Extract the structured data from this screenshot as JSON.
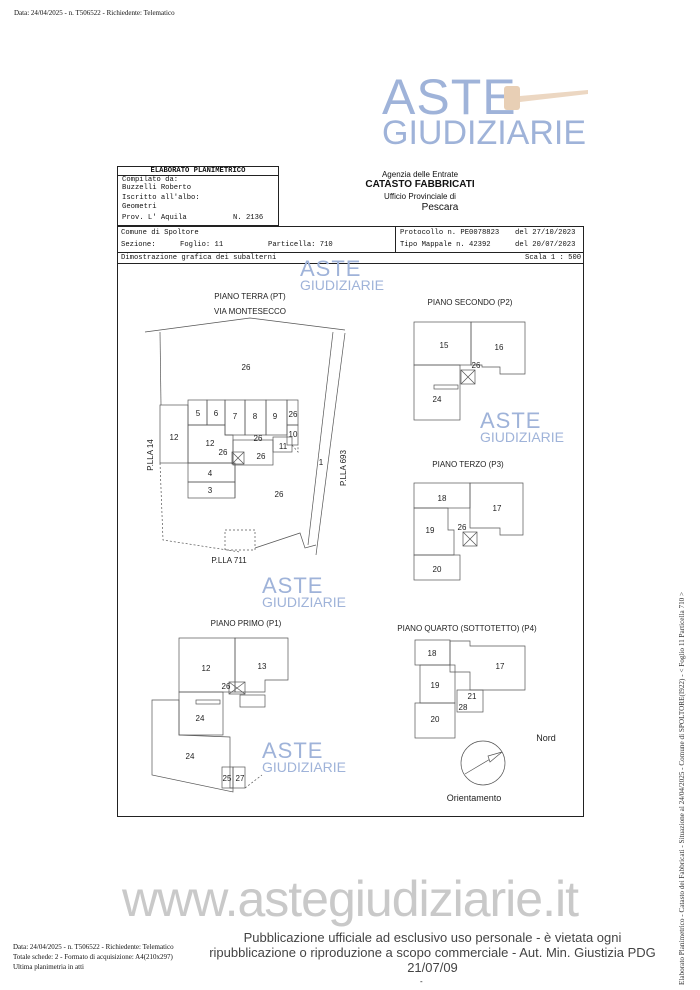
{
  "top_header": "Data: 24/04/2025 - n. T506522 - Richiedente: Telematico",
  "watermark": {
    "line1": "ASTE",
    "line2": "GIUDIZIARIE",
    "color": "#9fb3d9"
  },
  "form": {
    "title": "ELABORATO PLANIMETRICO",
    "compilato_label": "Compilato da:",
    "compilato_value": "Buzzelli Roberto",
    "iscritto_label": "Iscritto all'albo:",
    "iscritto_value": "Geometri",
    "prov": "Prov. L' Aquila",
    "numero": "N. 2136",
    "comune": "Comune di Spoltore",
    "sezione": "Sezione:",
    "foglio": "Foglio: 11",
    "particella": "Particella: 710",
    "protocollo": "Protocollo n. PE0078823",
    "protocollo_date": "del 27/10/2023",
    "tipo_mappale": "Tipo Mappale n. 42392",
    "tipo_mappale_date": "del 20/07/2023",
    "dimostrazione": "Dimostrazione grafica dei subalterni",
    "scala": "Scala 1 : 500"
  },
  "agency": {
    "line1": "Agenzia delle Entrate",
    "line2": "CATASTO FABBRICATI",
    "line3": "Ufficio Provinciale di",
    "line4": "Pescara"
  },
  "plans": {
    "pt": {
      "title": "PIANO TERRA (PT)",
      "street": "VIA MONTESECCO",
      "plla_left": "P.LLA 14",
      "plla_right": "P.LLA 693",
      "plla_bottom": "P.LLA 711",
      "rooms": [
        "26",
        "5",
        "6",
        "7",
        "8",
        "9",
        "26",
        "10",
        "12",
        "12",
        "26",
        "11",
        "26",
        "26",
        "4",
        "3",
        "26",
        "1"
      ]
    },
    "p2": {
      "title": "PIANO SECONDO (P2)",
      "rooms": [
        "15",
        "16",
        "26",
        "24"
      ]
    },
    "p3": {
      "title": "PIANO TERZO (P3)",
      "rooms": [
        "18",
        "17",
        "19",
        "26",
        "20"
      ]
    },
    "p1": {
      "title": "PIANO PRIMO (P1)",
      "rooms": [
        "12",
        "13",
        "26",
        "24",
        "24",
        "25",
        "27"
      ]
    },
    "p4": {
      "title": "PIANO QUARTO (SOTTOTETTO) (P4)",
      "rooms": [
        "18",
        "17",
        "19",
        "21",
        "28",
        "20"
      ]
    }
  },
  "compass": {
    "north": "Nord",
    "label": "Orientamento"
  },
  "website": "www.astegiudiziarie.it",
  "footer": {
    "line1": "Data: 24/04/2025 - n. T506522 - Richiedente: Telematico",
    "line2": "Totale schede: 2 - Formato di acquisizione: A4(210x297)",
    "line3": "Ultima planimetria in atti",
    "pub1": "Pubblicazione ufficiale ad esclusivo uso personale - è vietata ogni",
    "pub2": "ripubblicazione o riproduzione a scopo commerciale - Aut. Min. Giustizia PDG 21/07/09",
    "dash": "-"
  },
  "side_text": "Elaborato Planimetrico - Catasto dei Fabbricati - Situazione al 24/04/2025 - Comune di SPOLTORE(I922) - < Foglio 11 Particella 710 >"
}
